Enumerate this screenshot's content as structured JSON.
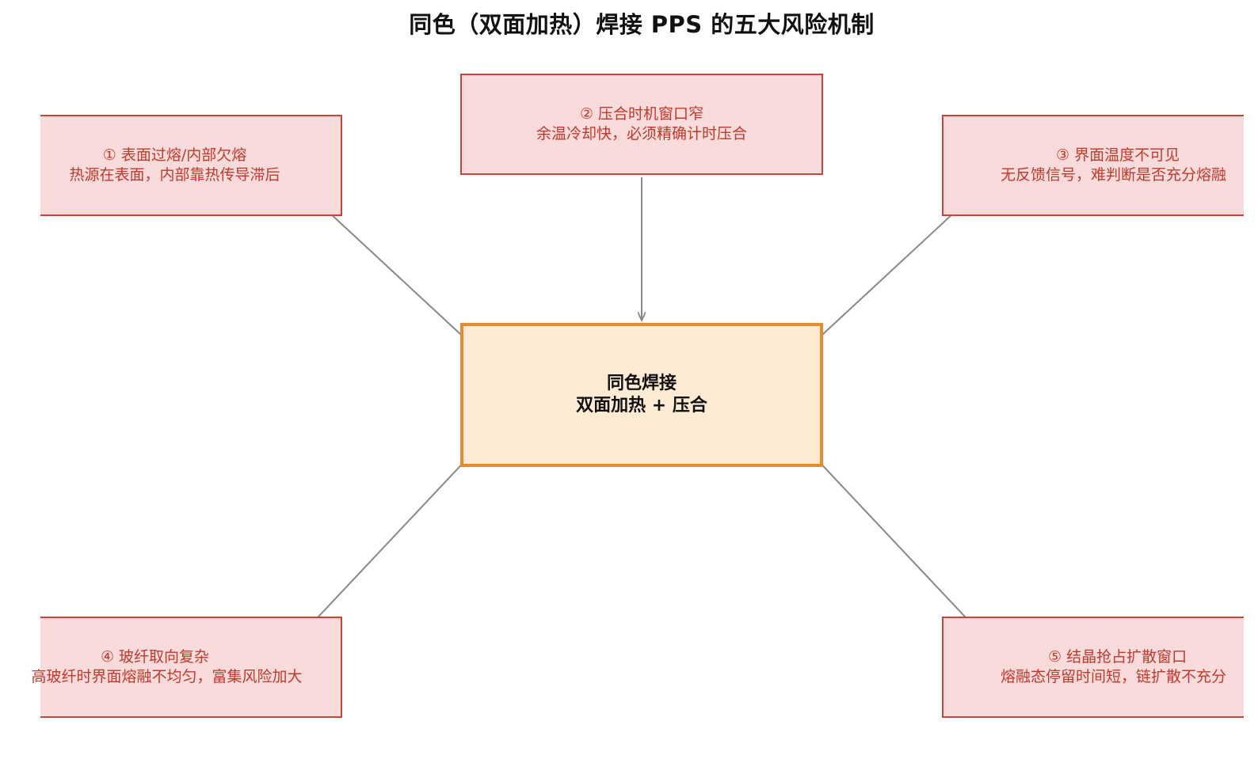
{
  "title": "同色（双面加热）焊接 PPS 的五大风险机制",
  "center": {
    "line1": "同色焊接",
    "line2": "双面加热 + 压合"
  },
  "risks": [
    {
      "heading": "① 表面过熔/内部欠熔",
      "detail": "热源在表面，内部靠热传导滞后"
    },
    {
      "heading": "② 压合时机窗口窄",
      "detail": "余温冷却快，必须精确计时压合"
    },
    {
      "heading": "③ 界面温度不可见",
      "detail": "无反馈信号，难判断是否充分熔融"
    },
    {
      "heading": "④ 玻纤取向复杂",
      "detail": "高玻纤时界面熔融不均匀，富集风险加大"
    },
    {
      "heading": "⑤ 结晶抢占扩散窗口",
      "detail": "熔融态停留时间短，链扩散不充分"
    }
  ],
  "colors": {
    "risk_fill": "#fadbdb",
    "risk_border": "#c8433a",
    "risk_text": "#c0392b",
    "center_fill": "#fdebd3",
    "center_border": "#e88a2e",
    "arrow": "#888888"
  }
}
